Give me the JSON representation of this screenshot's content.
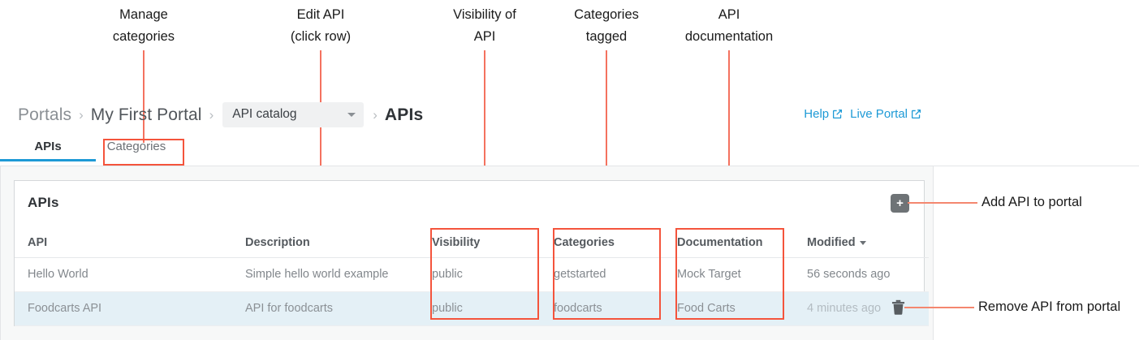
{
  "annotations": {
    "callouts": [
      {
        "lines": [
          "Manage",
          "categories"
        ],
        "label": "manage-categories"
      },
      {
        "lines": [
          "Edit API",
          "(click row)"
        ],
        "label": "edit-api"
      },
      {
        "lines": [
          "Visibility of",
          "API"
        ],
        "label": "visibility-of-api"
      },
      {
        "lines": [
          "Categories",
          "tagged"
        ],
        "label": "categories-tagged"
      },
      {
        "lines": [
          "API",
          "documentation"
        ],
        "label": "api-documentation"
      }
    ],
    "side": {
      "add": "Add API to portal",
      "remove": "Remove API from portal"
    },
    "color": "#f4543c"
  },
  "breadcrumb": {
    "portals": "Portals",
    "portal_name": "My First Portal",
    "catalog_select": "API catalog",
    "current": "APIs",
    "separator": "›"
  },
  "toplinks": {
    "help": "Help",
    "live_portal": "Live Portal",
    "color": "#1e9ad6"
  },
  "tabs": {
    "active": "APIs",
    "items": [
      {
        "label": "APIs",
        "active": true
      },
      {
        "label": "Categories",
        "active": false
      }
    ],
    "accent": "#1e9ad6"
  },
  "panel": {
    "title": "APIs",
    "add_button": "+",
    "remove_icon": "trash-icon"
  },
  "table": {
    "columns": [
      "API",
      "Description",
      "Visibility",
      "Categories",
      "Documentation",
      "Modified"
    ],
    "sorted_by": "Modified",
    "sort_caret": "▾",
    "rows": [
      {
        "api": "Hello World",
        "description": "Simple hello world example",
        "visibility": "public",
        "categories": "getstarted",
        "documentation": "Mock Target",
        "modified": "56 seconds ago",
        "selected": false
      },
      {
        "api": "Foodcarts API",
        "description": "API for foodcarts",
        "visibility": "public",
        "categories": "foodcarts",
        "documentation": "Food Carts",
        "modified": "4 minutes ago",
        "selected": true
      }
    ]
  }
}
